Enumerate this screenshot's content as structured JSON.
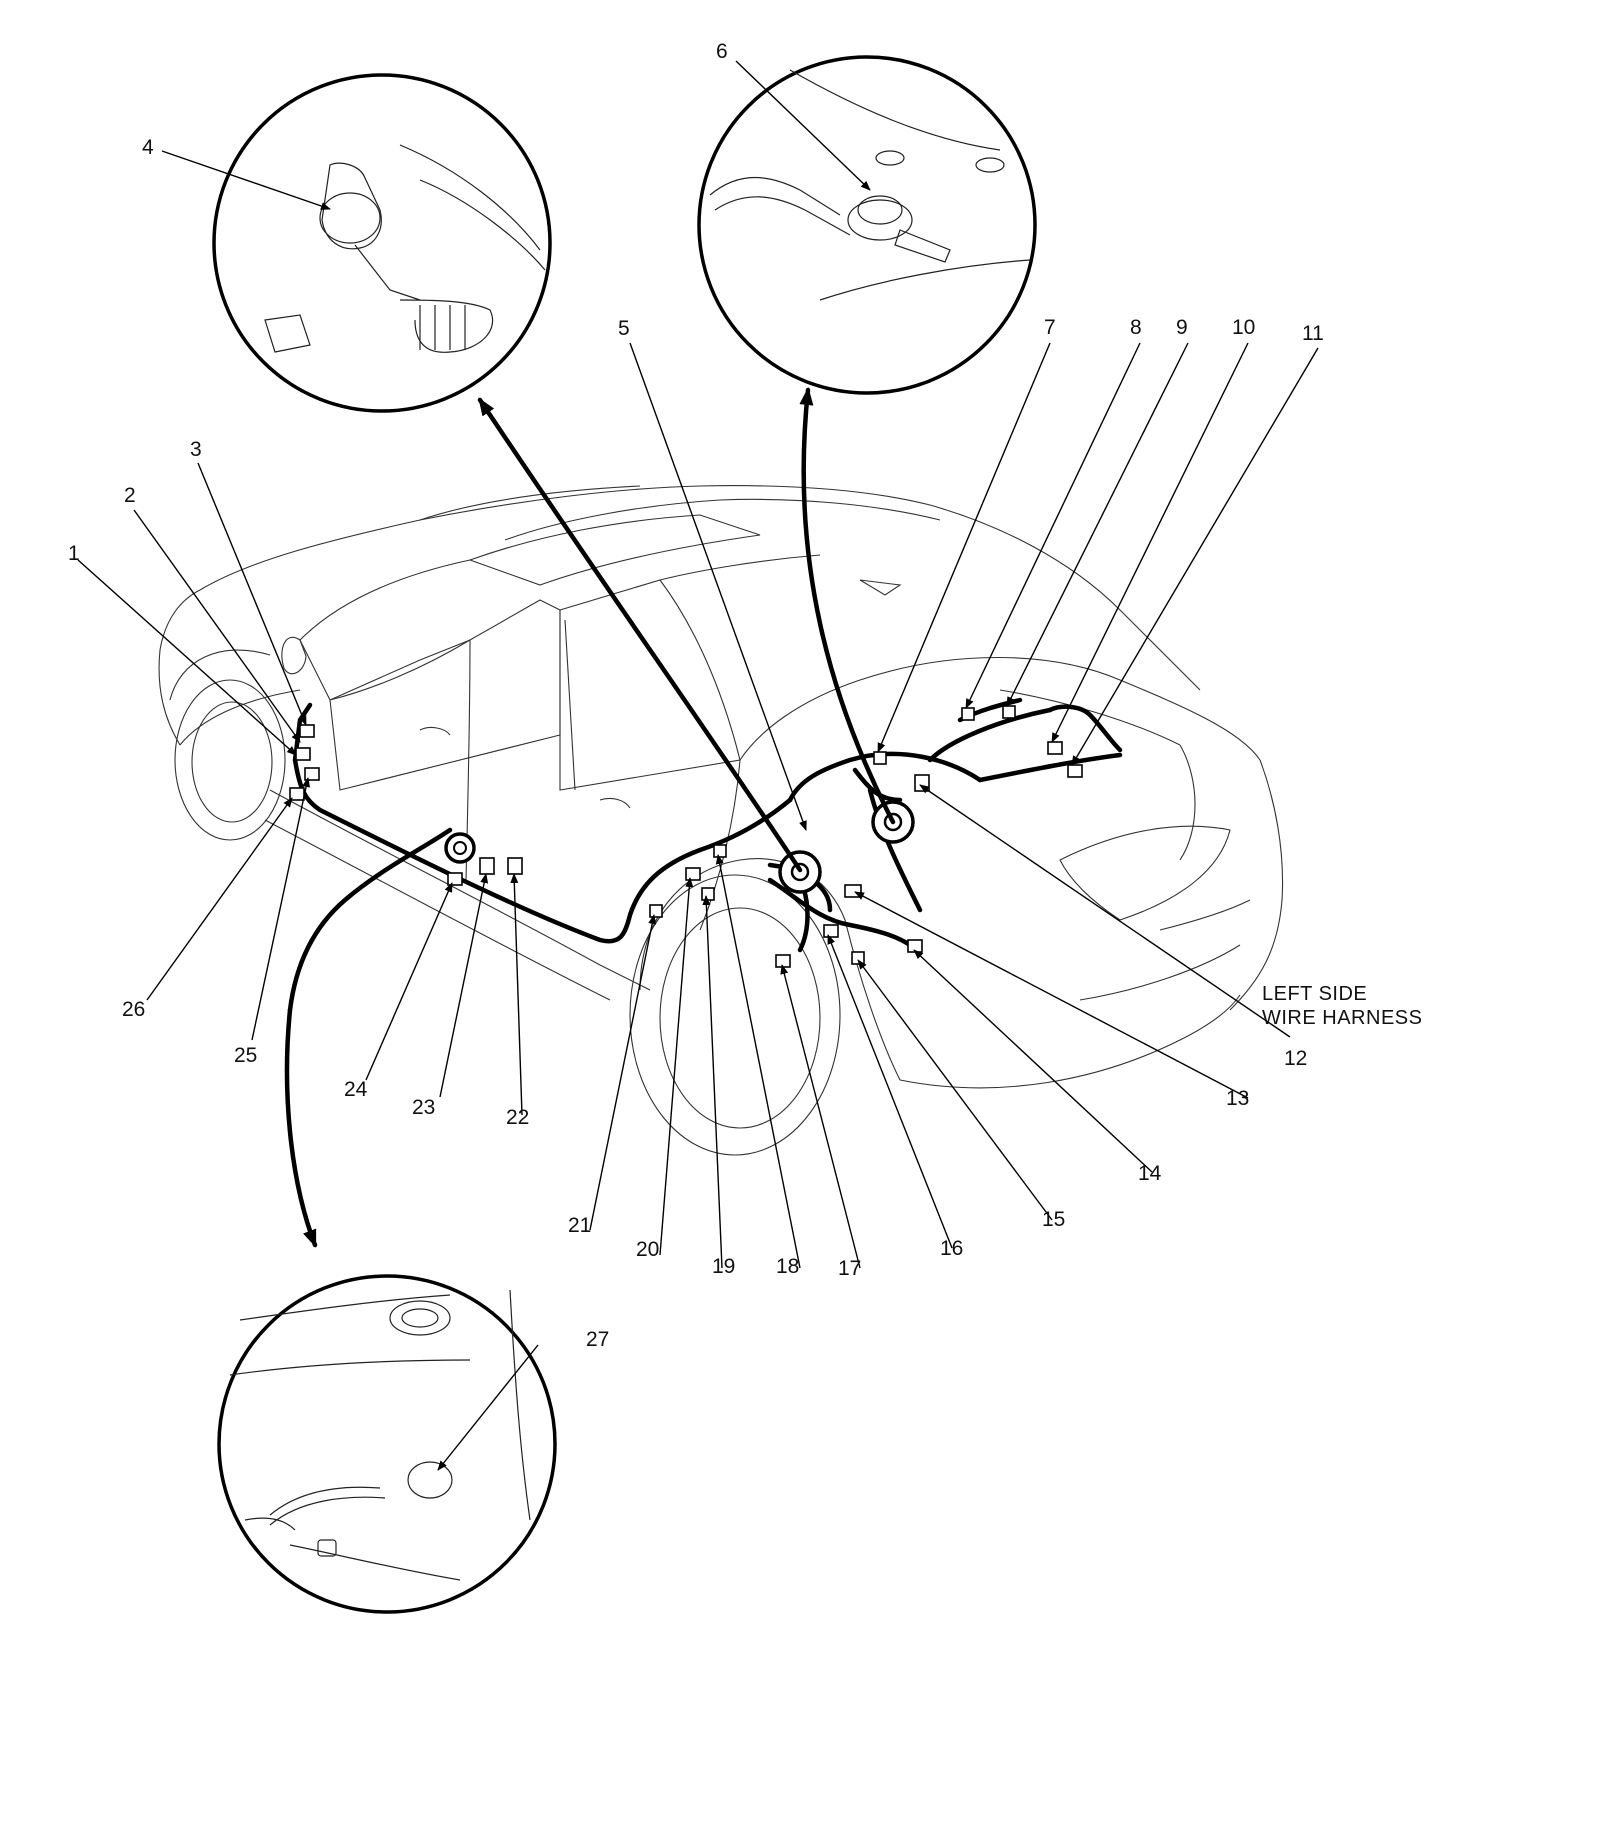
{
  "diagram": {
    "harness_label_line1": "LEFT SIDE",
    "harness_label_line2": "WIRE HARNESS"
  },
  "callouts": [
    "1",
    "2",
    "3",
    "4",
    "5",
    "6",
    "7",
    "8",
    "9",
    "10",
    "11",
    "12",
    "13",
    "14",
    "15",
    "16",
    "17",
    "18",
    "19",
    "20",
    "21",
    "22",
    "23",
    "24",
    "25",
    "26",
    "27"
  ]
}
